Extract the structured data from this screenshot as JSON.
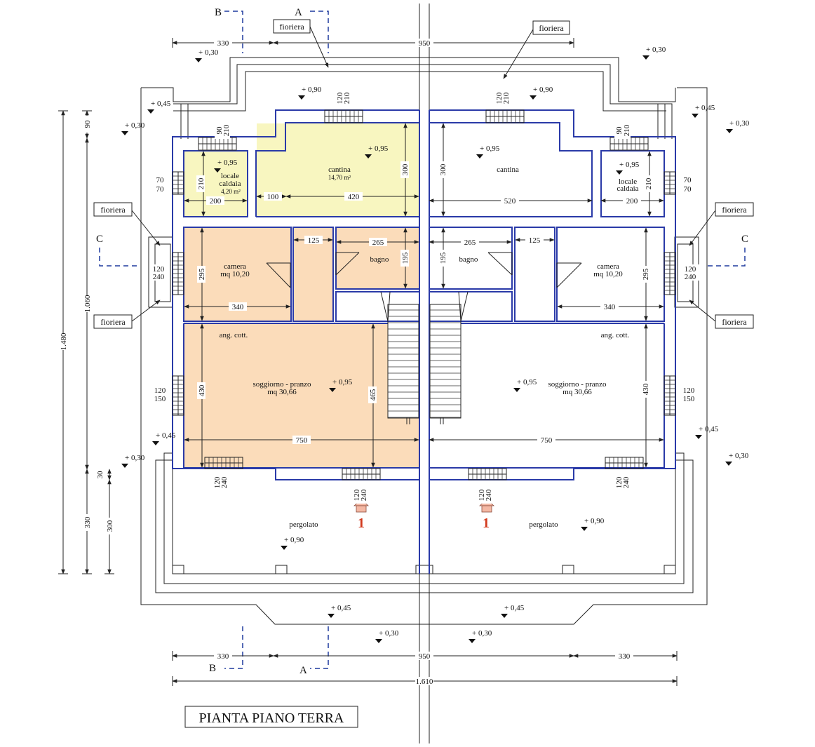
{
  "colors": {
    "wall": "#2a3aa8",
    "service_rooms": "#f8f6c0",
    "living_rooms": "#fbdcba",
    "entrance_arrow": "#f4b8a4",
    "entrance_number": "#d23a1e",
    "section_line": "#1f3a9e"
  },
  "title": "PIANTA PIANO TERRA",
  "sections": {
    "a": "A",
    "b": "B",
    "c": "C"
  },
  "planter_label": "fioriera",
  "rooms": {
    "locale_caldaia": "locale\ncaldaia",
    "locale_caldaia_area": "4,20 m²",
    "cantina": "cantina",
    "cantina_area": "14,70 m²",
    "camera": "camera",
    "camera_area": "mq 10,20",
    "bagno": "bagno",
    "ang_cott": "ang. cott.",
    "soggiorno": "soggiorno - pranzo",
    "soggiorno_area": "mq 30,66",
    "pergolato": "pergolato"
  },
  "entrance_number": "1",
  "levels": [
    "+ 0,30",
    "+ 0,45",
    "+ 0,90",
    "+ 0,95"
  ],
  "dimensions": {
    "d330": "330",
    "d950": "950",
    "d1610": "1.610",
    "d1480": "1.480",
    "d1060": "1.060",
    "d90": "90",
    "d30": "30",
    "d300": "300",
    "d120": "120",
    "d210": "210",
    "d70": "70",
    "d240": "240",
    "d150": "150",
    "d200": "200",
    "d100": "100",
    "d420": "420",
    "d520": "520",
    "d125": "125",
    "d265": "265",
    "d195": "195",
    "d295": "295",
    "d340": "340",
    "d430": "430",
    "d465": "465",
    "d750": "750"
  }
}
